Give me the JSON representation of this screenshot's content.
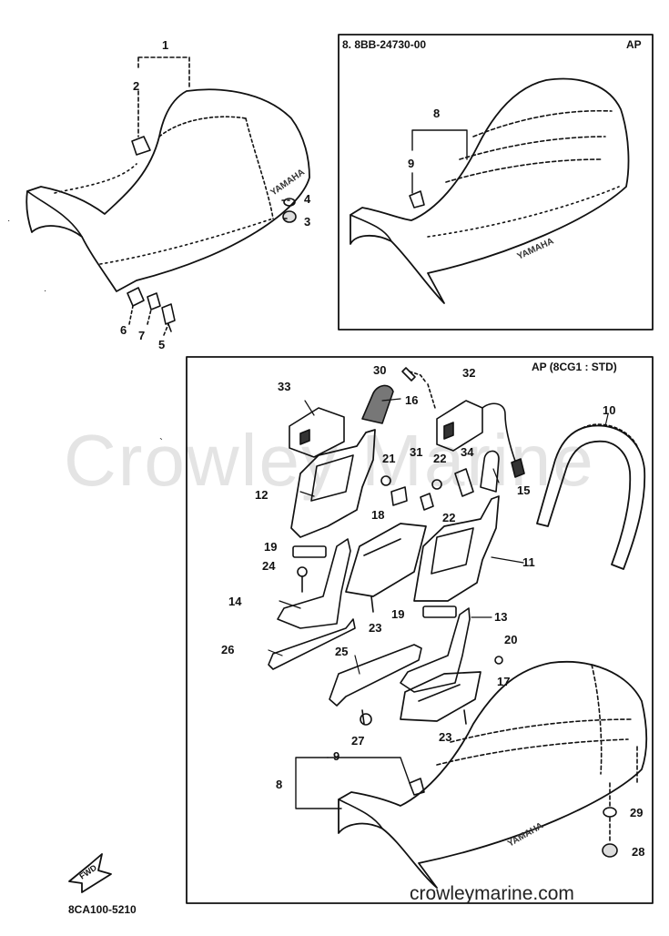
{
  "watermark": "Crowley Marine",
  "footer_url": "crowleymarine.com",
  "part_code": "8CA100-5210",
  "fwd_label": "FWD",
  "brand_mark": "YAMAHA",
  "panel_ap": {
    "header_left": "8. 8BB-24730-00",
    "header_right": "AP"
  },
  "panel_std": {
    "header_right": "AP (8CG1 : STD)"
  },
  "callouts": [
    {
      "id": "c1-1",
      "text": "1"
    },
    {
      "id": "c1-2",
      "text": "2"
    },
    {
      "id": "c1-3",
      "text": "3"
    },
    {
      "id": "c1-4",
      "text": "4"
    },
    {
      "id": "c1-5",
      "text": "5"
    },
    {
      "id": "c1-6",
      "text": "6"
    },
    {
      "id": "c1-7",
      "text": "7"
    },
    {
      "id": "c2-8",
      "text": "8"
    },
    {
      "id": "c2-9",
      "text": "9"
    },
    {
      "id": "c3-30",
      "text": "30"
    },
    {
      "id": "c3-32",
      "text": "32"
    },
    {
      "id": "c3-33",
      "text": "33"
    },
    {
      "id": "c3-16",
      "text": "16"
    },
    {
      "id": "c3-10",
      "text": "10"
    },
    {
      "id": "c3-21",
      "text": "21"
    },
    {
      "id": "c3-31",
      "text": "31"
    },
    {
      "id": "c3-22a",
      "text": "22"
    },
    {
      "id": "c3-34",
      "text": "34"
    },
    {
      "id": "c3-12",
      "text": "12"
    },
    {
      "id": "c3-15",
      "text": "15"
    },
    {
      "id": "c3-22b",
      "text": "22"
    },
    {
      "id": "c3-18",
      "text": "18"
    },
    {
      "id": "c3-19a",
      "text": "19"
    },
    {
      "id": "c3-11",
      "text": "11"
    },
    {
      "id": "c3-24",
      "text": "24"
    },
    {
      "id": "c3-14",
      "text": "14"
    },
    {
      "id": "c3-23a",
      "text": "23"
    },
    {
      "id": "c3-19b",
      "text": "19"
    },
    {
      "id": "c3-13",
      "text": "13"
    },
    {
      "id": "c3-26",
      "text": "26"
    },
    {
      "id": "c3-20",
      "text": "20"
    },
    {
      "id": "c3-25",
      "text": "25"
    },
    {
      "id": "c3-17",
      "text": "17"
    },
    {
      "id": "c3-27",
      "text": "27"
    },
    {
      "id": "c3-23b",
      "text": "23"
    },
    {
      "id": "c3-9",
      "text": "9"
    },
    {
      "id": "c3-8",
      "text": "8"
    },
    {
      "id": "c3-29",
      "text": "29"
    },
    {
      "id": "c3-28",
      "text": "28"
    }
  ]
}
